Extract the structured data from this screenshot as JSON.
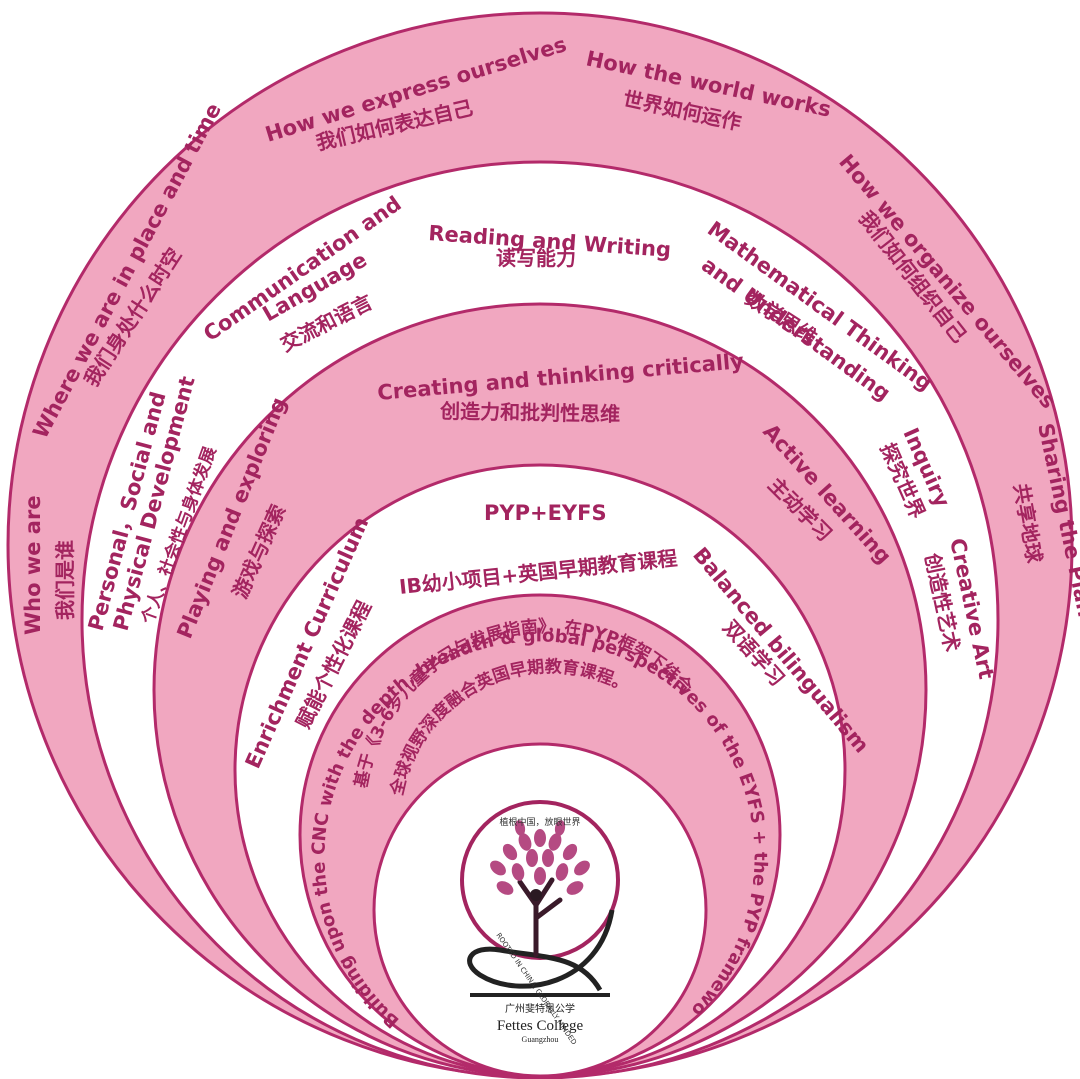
{
  "colors": {
    "band_pink": "#f1a7c0",
    "stroke": "#b32a6a",
    "text": "#a3245f"
  },
  "ring1": {
    "who_en": "Who we are",
    "who_zh": "我们是谁",
    "where_en": "Where we are in place and time",
    "where_zh": "我们身处什么时空",
    "express_en": "How we express ourselves",
    "express_zh": "我们如何表达自己",
    "world_en": "How the world works",
    "world_zh": "世界如何运作",
    "organize_en": "How we organize ourselves",
    "organize_zh": "我们如何组织自己",
    "planet_en": "Sharing the Planet",
    "planet_zh": "共享地球"
  },
  "ring2": {
    "personal_en1": "Personal，Social  and",
    "personal_en2": "Physical Development",
    "personal_zh": "个人、社会性与身体发展",
    "comm_en1": "Communication and",
    "comm_en2": "Language",
    "comm_zh": "交流和语言",
    "reading_en": "Reading and Writing",
    "reading_zh": "读写能力",
    "math_en1": "Mathematical Thinking",
    "math_en2": "and Understanding",
    "math_zh": "数学思维",
    "inquiry_en": "Inquiry",
    "inquiry_zh": "探究世界",
    "creative_en": "Creative Art",
    "creative_zh": "创造性艺术"
  },
  "ring3": {
    "playing_en": "Playing and exploring",
    "playing_zh": "游戏与探索",
    "creating_en": "Creating and thinking critically",
    "creating_zh": "创造力和批判性思维",
    "active_en": "Active learning",
    "active_zh": "主动学习"
  },
  "ring4": {
    "enrich_en": "Enrichment Curriculum",
    "enrich_zh": "赋能个性化课程",
    "pyp_en": "PYP+EYFS",
    "pyp_zh": "IB幼小项目+英国早期教育课程",
    "bilingual_en": "Balanced bilingualism",
    "bilingual_zh": "双语学习"
  },
  "ring5": {
    "en": "Building upon the CNC with the depth, breadth & global perspectives of the EYFS + the PYP framework",
    "zh1": "基于《3-6岁儿童学习与发展指南》，在PYP框架下结合",
    "zh2": "全球视野深度融合英国早期教育课程。"
  },
  "logo": {
    "motto_zh": "植根中国，放眼世界",
    "motto_en": "ROOTED IN CHINA, GLOBALLY MINDED",
    "school_zh": "广州斐特思公学",
    "school_en": "Fettes College",
    "city": "Guangzhou"
  }
}
